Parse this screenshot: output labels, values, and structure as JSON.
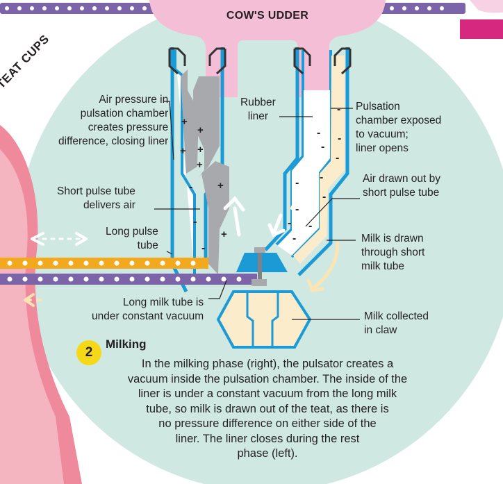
{
  "titles": {
    "udder": "COW'S UDDER",
    "teat_cups": "TEAT CUPS"
  },
  "labels": {
    "air_pressure": [
      "Air pressure in",
      "pulsation chamber",
      "creates pressure",
      "difference, closing liner"
    ],
    "short_pulse": [
      "Short pulse tube",
      "delivers air"
    ],
    "long_pulse": [
      "Long pulse",
      "tube"
    ],
    "long_milk": [
      "Long milk tube is",
      "under constant vacuum"
    ],
    "rubber_liner": [
      "Rubber",
      "liner"
    ],
    "pulsation_vacuum": [
      "Pulsation",
      "chamber exposed",
      "to vacuum;",
      "liner opens"
    ],
    "air_drawn": [
      "Air drawn out by",
      "short pulse tube"
    ],
    "milk_drawn": [
      "Milk is drawn",
      "through short",
      "milk tube"
    ],
    "milk_collected": [
      "Milk collected",
      "in claw"
    ]
  },
  "step": {
    "number": "2",
    "title": "Milking",
    "body_lines": [
      "In the milking phase (right), the pulsator creates a",
      "vacuum inside the pulsation chamber. The inside of the",
      "liner is under a constant vacuum from the long milk",
      "tube, so milk is drawn out of the teat, as there is",
      "no pressure difference on either side of the",
      "liner. The liner closes during the rest",
      "phase (left)."
    ]
  },
  "symbols": {
    "plus": "+",
    "minus": "-"
  },
  "colors": {
    "background_circle": "#cfe8e1",
    "udder": "#f4bfd6",
    "teat_cup_blue": "#1b9ad6",
    "pulse_tube": "#f3a91d",
    "milk_tube": "#7c64a8",
    "milk": "#fbeccb",
    "air_gray": "#a7a9ac",
    "step_badge": "#f5d816",
    "leg_pink": "#ee7f93"
  }
}
